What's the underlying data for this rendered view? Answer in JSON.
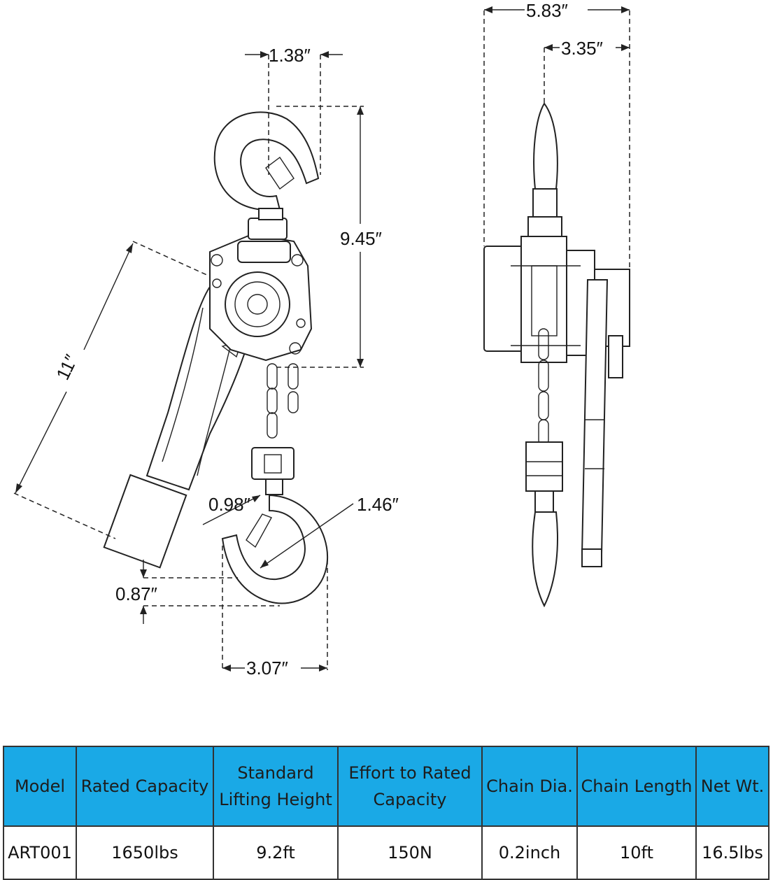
{
  "dimensions": {
    "top_width_left": "1.38″",
    "height": "9.45″",
    "handle_length": "11″",
    "hook_throat": "0.98″",
    "hook_width": "1.46″",
    "bottom_offset": "0.87″",
    "hook_opening": "3.07″",
    "side_total_width": "5.83″",
    "side_inner_width": "3.35″"
  },
  "spec_table": {
    "headers": [
      [
        "Model"
      ],
      [
        "Rated Capacity"
      ],
      [
        "Standard",
        "Lifting Height"
      ],
      [
        "Effort to Rated",
        "Capacity"
      ],
      [
        "Chain Dia."
      ],
      [
        "Chain Length"
      ],
      [
        "Net Wt."
      ]
    ],
    "row": [
      "ART001",
      "1650lbs",
      "9.2ft",
      "150N",
      "0.2inch",
      "10ft",
      "16.5lbs"
    ],
    "header_color": "#1aa9e6"
  }
}
